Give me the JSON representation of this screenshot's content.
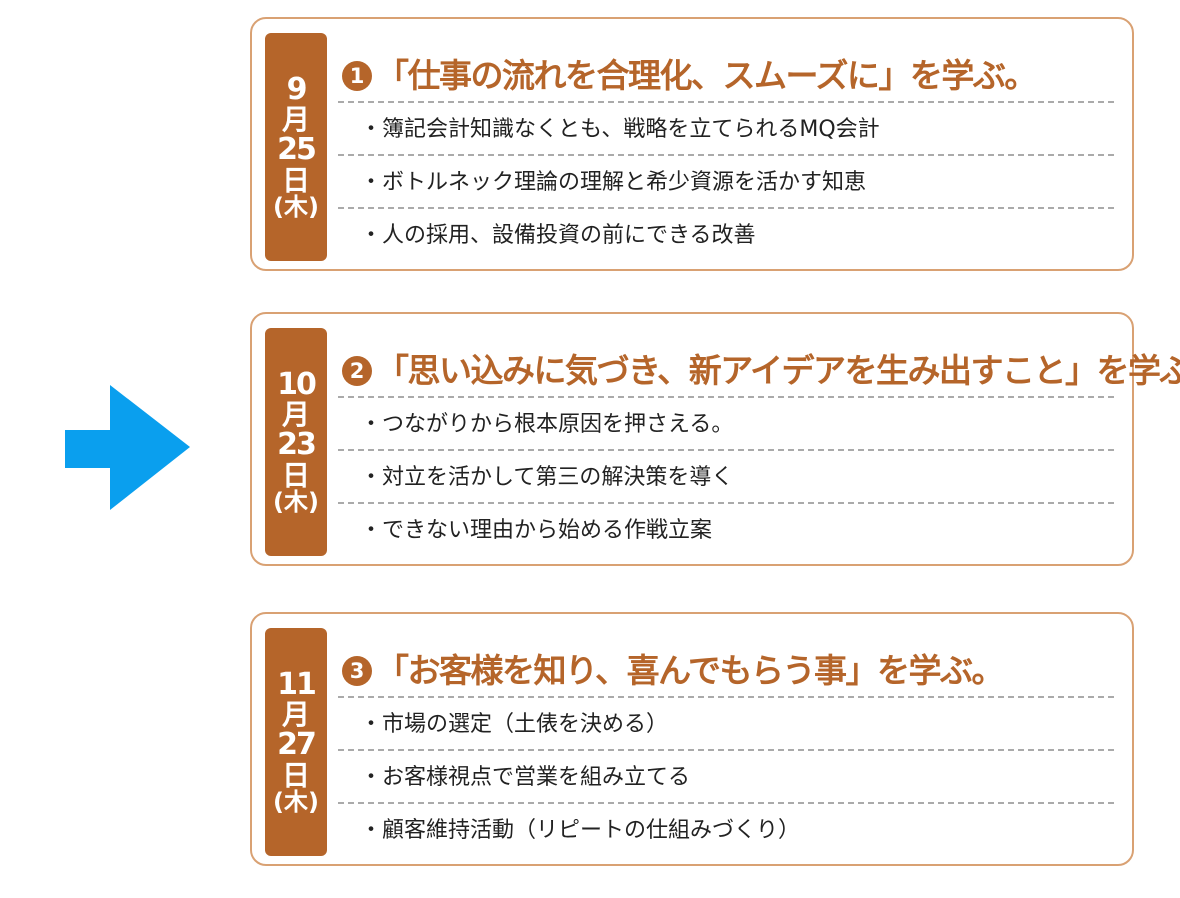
{
  "accent": "#b5652a",
  "arrow_color": "#0a9fee",
  "sessions": [
    {
      "month": "9",
      "day": "25",
      "month_label": "月",
      "day_label": "日",
      "weekday": "(木)",
      "number": "1",
      "title": "「仕事の流れを合理化、スムーズに」を学ぶ。",
      "items": [
        "・簿記会計知識なくとも、戦略を立てられるMQ会計",
        "・ボトルネック理論の理解と希少資源を活かす知恵",
        "・人の採用、設備投資の前にできる改善"
      ]
    },
    {
      "month": "10",
      "day": "23",
      "month_label": "月",
      "day_label": "日",
      "weekday": "(木)",
      "number": "2",
      "title": "「思い込みに気づき、新アイデアを生み出すこと」を学ぶ。",
      "items": [
        "・つながりから根本原因を押さえる。",
        "・対立を活かして第三の解決策を導く",
        "・できない理由から始める作戦立案"
      ]
    },
    {
      "month": "11",
      "day": "27",
      "month_label": "月",
      "day_label": "日",
      "weekday": "(木)",
      "number": "3",
      "title": "「お客様を知り、喜んでもらう事」を学ぶ。",
      "items": [
        "・市場の選定（土俵を決める）",
        "・お客様視点で営業を組み立てる",
        "・顧客維持活動（リピートの仕組みづくり）"
      ]
    }
  ]
}
